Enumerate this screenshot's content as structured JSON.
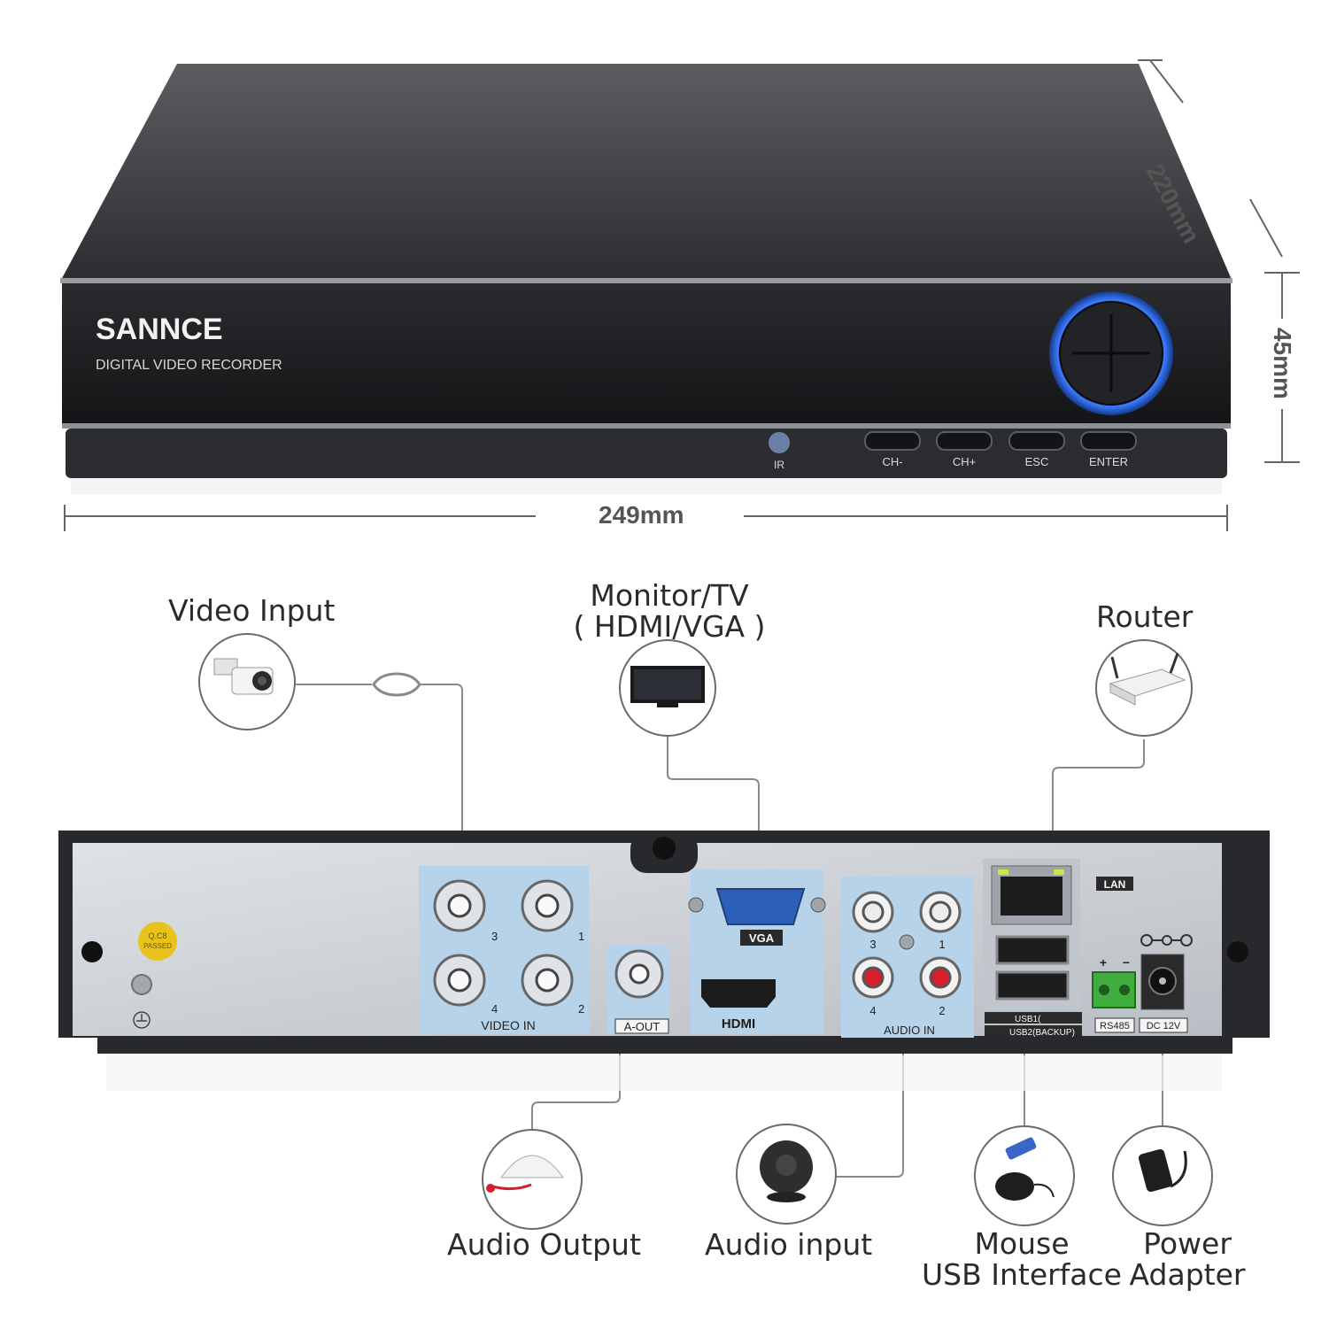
{
  "front_panel": {
    "brand": "SANNCE",
    "subtitle": "DIGITAL VIDEO RECORDER",
    "ir_label": "IR",
    "buttons": [
      "CH-",
      "CH+",
      "ESC",
      "ENTER"
    ]
  },
  "dimensions": {
    "width": "249mm",
    "depth": "220mm",
    "height": "45mm"
  },
  "rear_panel": {
    "video_in_label": "VIDEO IN",
    "video_in_channels": [
      "3",
      "1",
      "4",
      "2"
    ],
    "aout_label": "A-OUT",
    "vga_label": "VGA",
    "hdmi_label": "HDMI",
    "audio_in_label": "AUDIO IN",
    "audio_in_channels": [
      "3",
      "1",
      "4",
      "2"
    ],
    "lan_label": "LAN",
    "usb1_label": "USB1(",
    "usb2_label": "USB2(BACKUP)",
    "rs485_label": "RS485",
    "rs485_polarity": [
      "+",
      "−"
    ],
    "dc_label": "DC 12V",
    "qc_sticker": [
      "Q.C8",
      "PASSED"
    ]
  },
  "captions": {
    "video_input": "Video Input",
    "monitor_line1": "Monitor/TV",
    "monitor_line2": "( HDMI/VGA )",
    "router": "Router",
    "audio_output": "Audio Output",
    "audio_input": "Audio input",
    "mouse_line1": "Mouse",
    "mouse_line2": "USB Interface",
    "power_line1": "Power",
    "power_line2": "Adapter"
  },
  "colors": {
    "chassis": "#2e3033",
    "rear_plate": "#c9ced3",
    "port_highlight": "#b7d3ea",
    "enter_ring": "#2f6fe8",
    "connector_line": "#8a8a8a"
  }
}
